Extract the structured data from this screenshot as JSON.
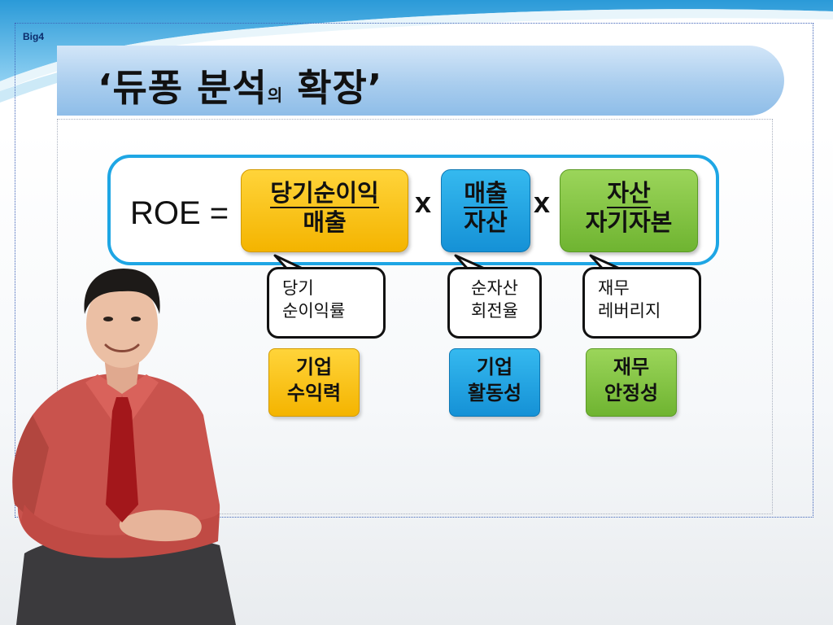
{
  "brand": "Big4",
  "title": {
    "main_a": "‘듀퐁 분석",
    "small": "의",
    "main_b": " 확장’"
  },
  "formula": {
    "lhs": "ROE =",
    "times": "x",
    "factors": [
      {
        "numerator": "당기순이익",
        "denominator": "매출",
        "color": "#f4b400"
      },
      {
        "numerator": "매출",
        "denominator": "자산",
        "color": "#1591d6"
      },
      {
        "numerator": "자산",
        "denominator": "자기자본",
        "color": "#6fb431"
      }
    ]
  },
  "ratios": [
    {
      "line1": "당기",
      "line2": "순이익률"
    },
    {
      "line1": "순자산",
      "line2": "회전율"
    },
    {
      "line1": "재무",
      "line2": "레버리지"
    }
  ],
  "categories": [
    {
      "line1": "기업",
      "line2": "수익력"
    },
    {
      "line1": "기업",
      "line2": "활동성"
    },
    {
      "line1": "재무",
      "line2": "안정성"
    }
  ],
  "colors": {
    "accent_border": "#1ea6e4",
    "title_bar": "#a9cdee",
    "frame": "#3f63b8"
  }
}
